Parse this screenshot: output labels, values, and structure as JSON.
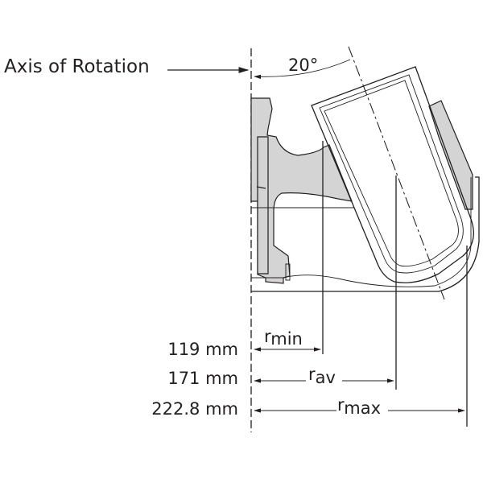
{
  "labels": {
    "axis_of_rotation": "Axis of Rotation",
    "angle": "20°"
  },
  "dimensions": [
    {
      "value": "119 mm",
      "symbol": "r",
      "subscript": "min"
    },
    {
      "value": "171 mm",
      "symbol": "r",
      "subscript": "av"
    },
    {
      "value": "222.8 mm",
      "symbol": "r",
      "subscript": "max"
    }
  ],
  "colors": {
    "line": "#231f20",
    "rotor_fill": "#d4d4d4",
    "background": "#ffffff"
  }
}
